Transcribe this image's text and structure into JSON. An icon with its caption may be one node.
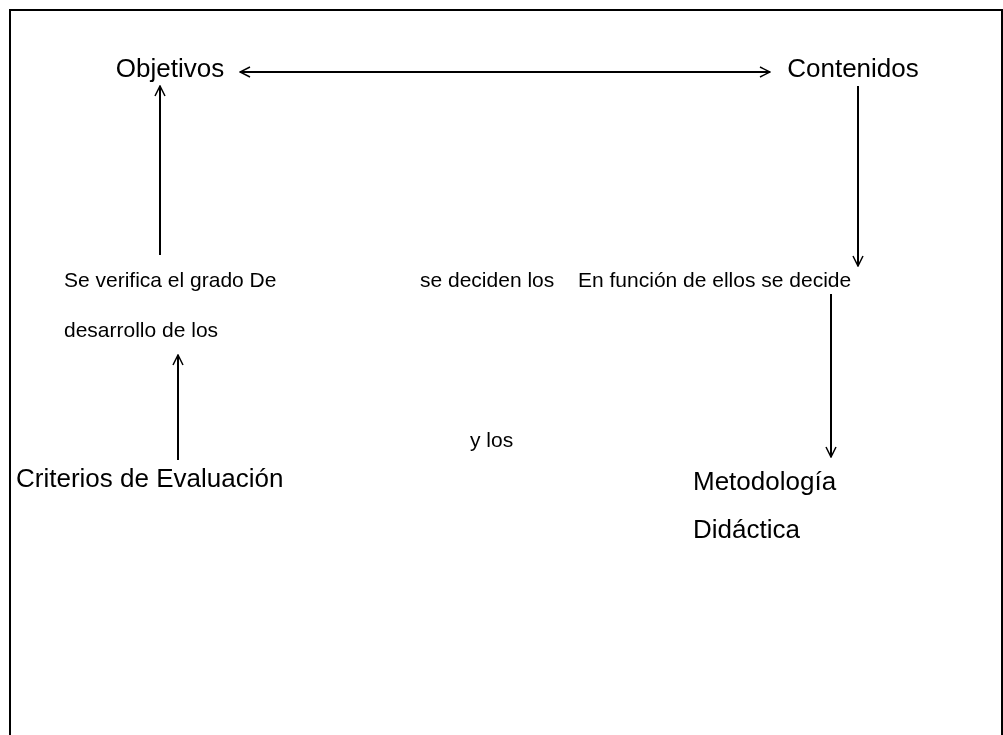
{
  "diagram": {
    "nodes": [
      {
        "text": [
          "Objetivos"
        ]
      },
      {
        "text": [
          "Contenidos"
        ]
      },
      {
        "text": [
          "Criterios de Evaluación"
        ]
      },
      {
        "text": [
          "Metodología Didáctica"
        ]
      },
      {
        "text": [
          "Se verifica el grado De desarrollo de los"
        ]
      },
      {
        "text": [
          "En función de ellos se decide"
        ]
      }
    ],
    "edges": [
      {
        "from": 0,
        "to": 1,
        "arrow": "both"
      },
      {
        "from": 4,
        "to": 0,
        "arrow": "to"
      },
      {
        "from": 2,
        "to": 4,
        "arrow": "to"
      },
      {
        "from": 1,
        "to": 5,
        "arrow": "to"
      },
      {
        "from": 5,
        "to": 3,
        "arrow": "to"
      }
    ],
    "labels": [
      "se deciden los",
      "y los"
    ]
  }
}
